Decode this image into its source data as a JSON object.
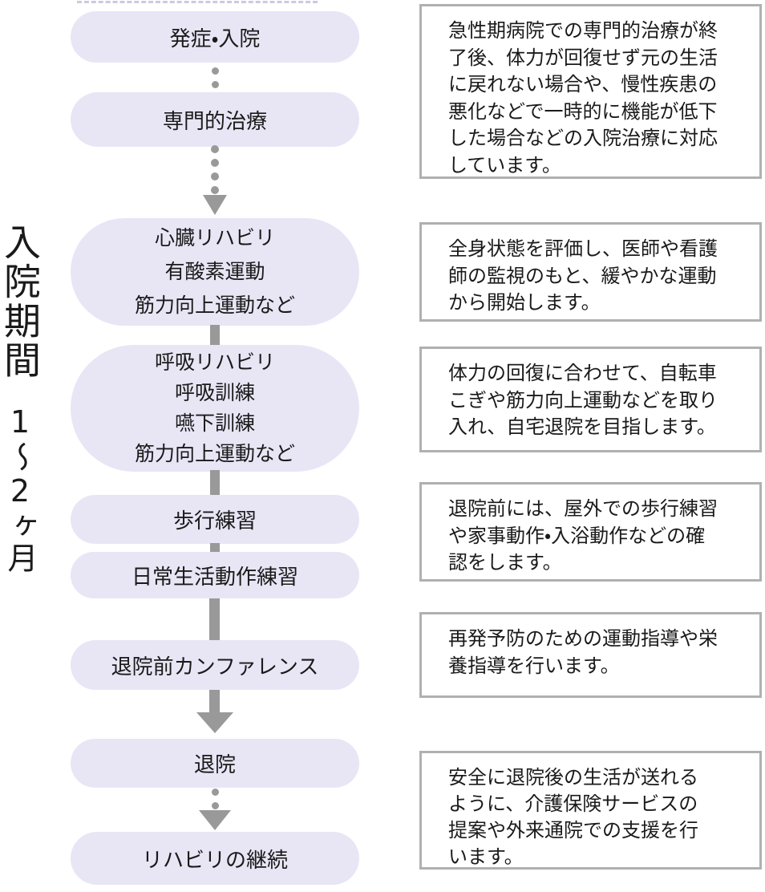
{
  "side_label": {
    "title": "入院期間",
    "duration": "1〜2ヶ月"
  },
  "flow_steps": [
    {
      "name": "onset-admission",
      "lines": [
        "発症・入院"
      ]
    },
    {
      "name": "specialized-treatment",
      "lines": [
        "専門的治療"
      ]
    },
    {
      "name": "cardiac-rehab",
      "lines": [
        "心臓リハビリ",
        "有酸素運動",
        "筋力向上運動など"
      ]
    },
    {
      "name": "respiratory-rehab",
      "lines": [
        "呼吸リハビリ",
        "呼吸訓練",
        "嚥下訓練",
        "筋力向上運動など"
      ]
    },
    {
      "name": "walking-practice",
      "lines": [
        "歩行練習"
      ]
    },
    {
      "name": "adl-practice",
      "lines": [
        "日常生活動作練習"
      ]
    },
    {
      "name": "pre-discharge-conference",
      "lines": [
        "退院前カンファレンス"
      ]
    },
    {
      "name": "discharge",
      "lines": [
        "退院"
      ]
    },
    {
      "name": "rehab-continuation",
      "lines": [
        "リハビリの継続"
      ]
    }
  ],
  "notes": [
    {
      "name": "acute-care-note",
      "text": "急性期病院での専門的治療が終\n了後、体力が回復せず元の生活\nに戻れない場合や、慢性疾患の\n悪化などで一時的に機能が低下\nした場合などの入院治療に対応\nしています。"
    },
    {
      "name": "evaluation-note",
      "text": "全身状態を評価し、医師や看護\n師の監視のもと、緩やかな運動\nから開始します。"
    },
    {
      "name": "recovery-note",
      "text": "体力の回復に合わせて、自転車\nこぎや筋力向上運動などを取り\n入れ、自宅退院を目指します。"
    },
    {
      "name": "pre-discharge-note",
      "text": "退院前には、屋外での歩行練習\nや家事動作・入浴動作などの確\n認をします。"
    },
    {
      "name": "prevention-note",
      "text": "再発予防のための運動指導や栄\n養指導を行います。"
    },
    {
      "name": "after-discharge-note",
      "text": "安全に退院後の生活が送れる\nように、介護保険サービスの\n提案や外来通院での支援を行\nいます。"
    }
  ],
  "colors": {
    "background": "#ffffff",
    "pill_fill": "#e8e6f5",
    "connector": "#999999",
    "note_border": "#b0b0b0",
    "text": "#1a1a1a"
  }
}
